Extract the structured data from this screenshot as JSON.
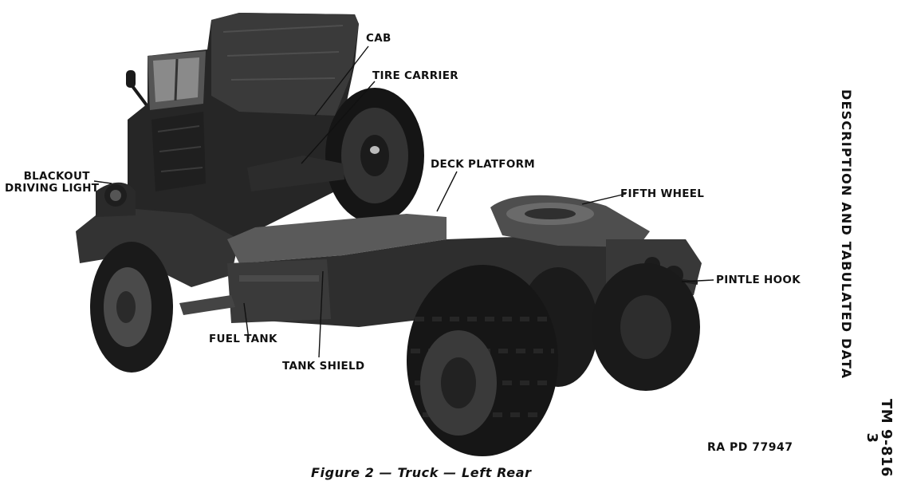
{
  "labels": {
    "cab": "CAB",
    "tire_carrier": "TIRE CARRIER",
    "deck_platform": "DECK PLATFORM",
    "fifth_wheel": "FIFTH WHEEL",
    "blackout_line1": "BLACKOUT",
    "blackout_line2": "DRIVING LIGHT",
    "pintle_hook": "PINTLE HOOK",
    "fuel_tank": "FUEL TANK",
    "tank_shield": "TANK SHIELD"
  },
  "section_title": "DESCRIPTION AND TABULATED DATA",
  "tm_line1": "TM 9-816",
  "tm_line2": "3",
  "ref_code": "RA PD 77947",
  "caption": "Figure 2 — Truck — Left Rear"
}
